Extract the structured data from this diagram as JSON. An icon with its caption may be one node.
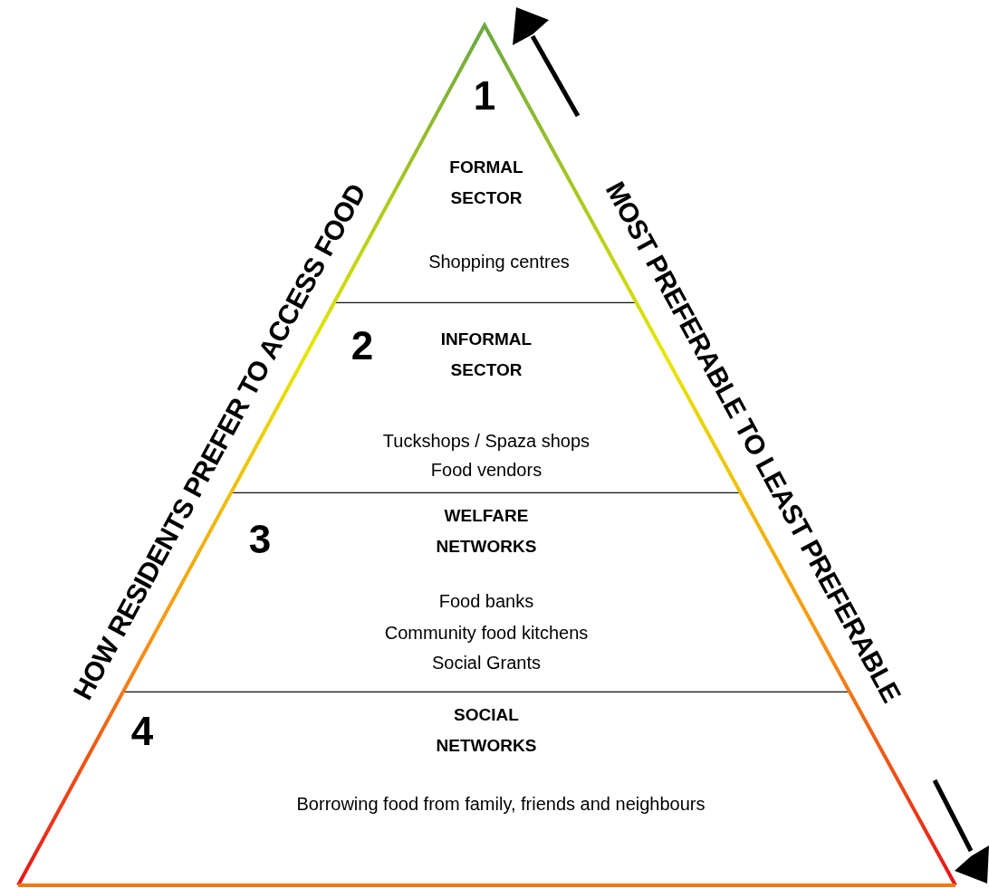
{
  "diagram": {
    "nodes": [
      {
        "text": [
          "1",
          "FORMAL SECTOR",
          "Shopping centres"
        ]
      },
      {
        "text": [
          "2",
          "INFORMAL SECTOR",
          "Tuckshops / Spaza shops",
          "Food vendors"
        ]
      },
      {
        "text": [
          "3",
          "WELFARE NETWORKS",
          "Food banks",
          "Community food kitchens",
          "Social Grants"
        ]
      },
      {
        "text": [
          "4",
          "SOCIAL NETWORKS",
          "Borrowing food from family, friends and neighbours"
        ]
      }
    ],
    "labels": [
      "HOW RESIDENTS PREFER TO ACCESS FOOD",
      "MOST PREFERABLE TO LEAST PREFERABLE"
    ]
  }
}
